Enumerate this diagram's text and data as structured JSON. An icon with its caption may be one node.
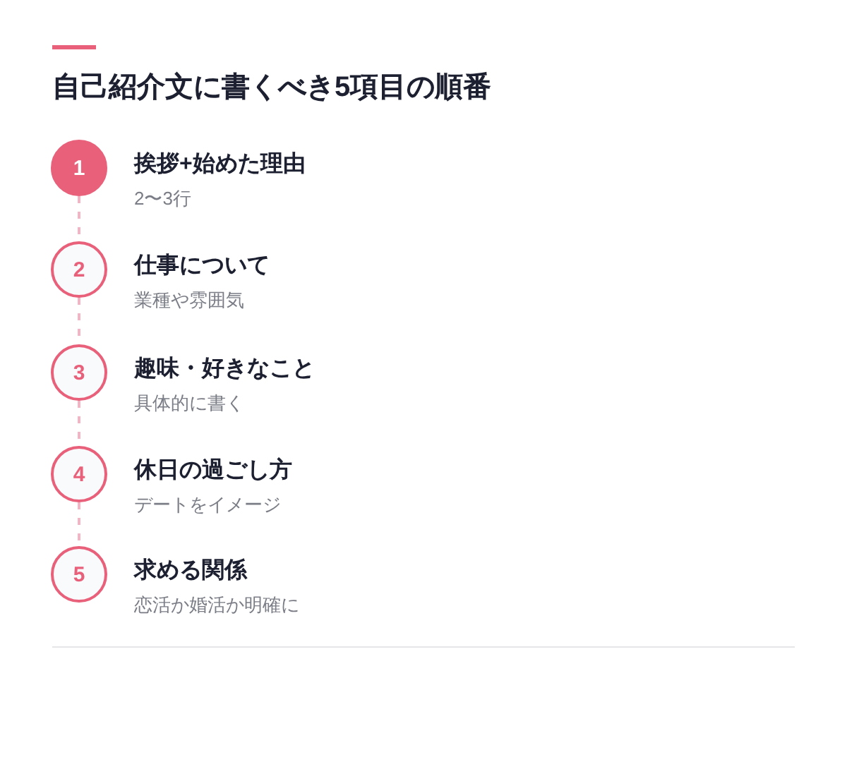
{
  "diagram": {
    "title": "自己紹介文に書くべき5項目の順番",
    "nodes": [
      {
        "text": [
          "1"
        ],
        "beside": [
          "挨拶+始めた理由",
          "2〜3行"
        ]
      },
      {
        "text": [
          "2"
        ],
        "beside": [
          "仕事について",
          "業種や雰囲気"
        ]
      },
      {
        "text": [
          "3"
        ],
        "beside": [
          "趣味・好きなこと",
          "具体的に書く"
        ]
      },
      {
        "text": [
          "4"
        ],
        "beside": [
          "休日の過ごし方",
          "デートをイメージ"
        ]
      },
      {
        "text": [
          "5"
        ],
        "beside": [
          "求める関係",
          "恋活か婚活か明確に"
        ]
      }
    ],
    "edges": [
      {
        "from": 0,
        "to": 1,
        "arrow": "none",
        "style": "dashed"
      },
      {
        "from": 1,
        "to": 2,
        "arrow": "none",
        "style": "dashed"
      },
      {
        "from": 2,
        "to": 3,
        "arrow": "none",
        "style": "dashed"
      },
      {
        "from": 3,
        "to": 4,
        "arrow": "none",
        "style": "dashed"
      }
    ]
  }
}
